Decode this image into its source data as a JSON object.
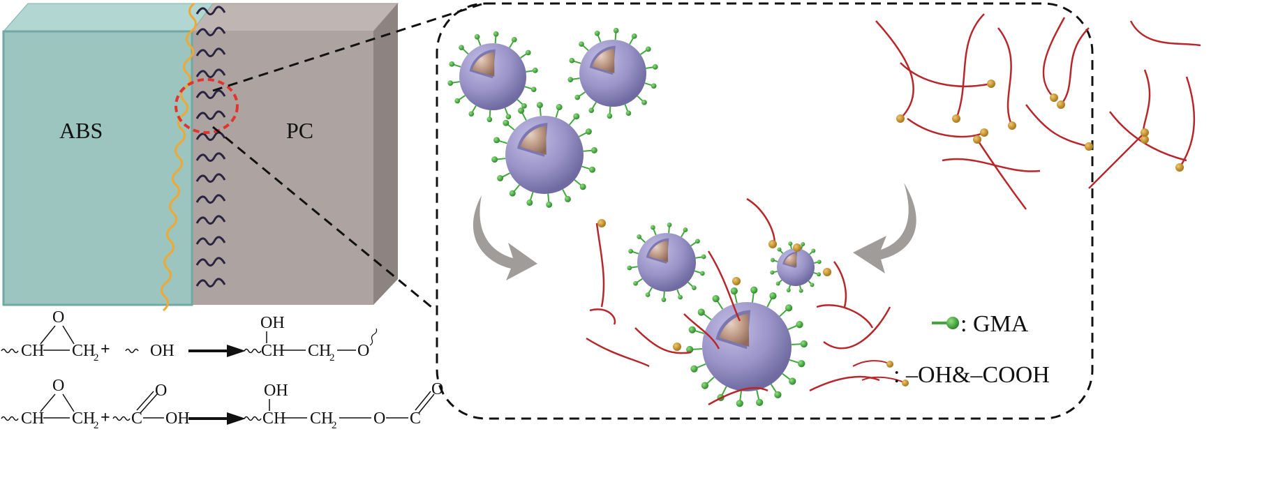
{
  "blocks": {
    "abs_label": "ABS",
    "pc_label": "PC"
  },
  "legend": {
    "gma_label": ": GMA",
    "oh_cooh_label": ": –OH&–COOH"
  },
  "reaction1": {
    "ch": "CH",
    "ch2": "CH",
    "sub2": "2",
    "o": "O",
    "plus": "+",
    "oh": "OH",
    "p_oh": "OH",
    "p_ch": "CH",
    "p_ch2": "CH",
    "p_sub2": "2",
    "p_o": "O"
  },
  "reaction2": {
    "ch": "CH",
    "ch2": "CH",
    "sub2": "2",
    "o": "O",
    "plus": "+",
    "c": "C",
    "co": "O",
    "oh": "OH",
    "p_oh": "OH",
    "p_ch": "CH",
    "p_ch2": "CH",
    "p_sub2": "2",
    "p_o": "O",
    "p_c": "C",
    "p_co": "O"
  },
  "colors": {
    "abs": "#9cc5c0",
    "pc": "#ada3a0",
    "shell": "#9c96c9",
    "core": "#b89383",
    "gma": "#3fa83a",
    "chain": "#b8262a",
    "end": "#c9962c"
  }
}
